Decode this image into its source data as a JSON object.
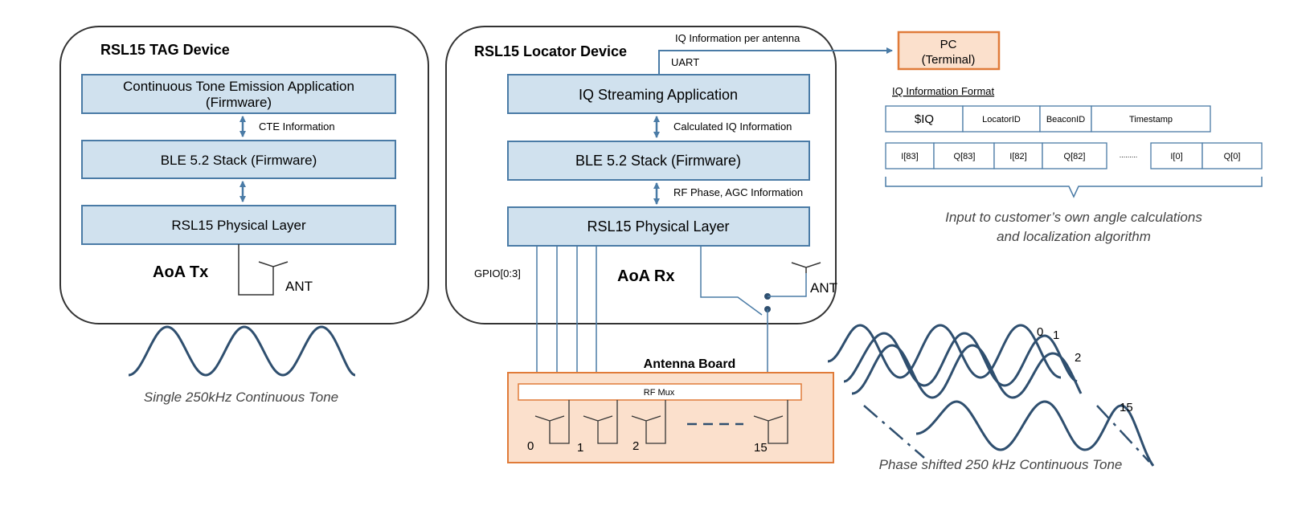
{
  "tag_device": {
    "title": "RSL15 TAG Device",
    "app_label_line1": "Continuous Tone Emission Application",
    "app_label_line2": "(Firmware)",
    "cte_info_label": "CTE Information",
    "stack_label": "BLE 5.2 Stack (Firmware)",
    "phy_label": "RSL15 Physical Layer",
    "mode_label": "AoA Tx",
    "antenna_label": "ANT",
    "wave_caption": "Single 250kHz Continuous Tone"
  },
  "locator_device": {
    "title": "RSL15 Locator Device",
    "iq_per_antenna_label": "IQ Information per antenna",
    "uart_label": "UART",
    "app_label": "IQ Streaming Application",
    "calc_iq_label": "Calculated IQ Information",
    "stack_label": "BLE 5.2 Stack (Firmware)",
    "rf_phase_label": "RF Phase, AGC Information",
    "phy_label": "RSL15 Physical Layer",
    "gpio_label": "GPIO[0:3]",
    "mode_label": "AoA Rx",
    "antenna_label": "ANT"
  },
  "pc": {
    "line1": "PC",
    "line2": "(Terminal)"
  },
  "iq_format": {
    "title": "IQ Information Format",
    "header_cells": [
      "$IQ",
      "LocatorID",
      "BeaconID",
      "Timestamp"
    ],
    "data_cells": [
      "I[83]",
      "Q[83]",
      "I[82]",
      "Q[82]",
      ".........",
      "I[0]",
      "Q[0]"
    ],
    "caption_line1": "Input to customer’s own angle calculations",
    "caption_line2": "and localization algorithm"
  },
  "antenna_board": {
    "title": "Antenna Board",
    "mux_label": "RF Mux",
    "antenna_numbers": [
      "0",
      "1",
      "2",
      "15"
    ]
  },
  "phase_waves": {
    "labels": [
      "0",
      "1",
      "2",
      "15"
    ],
    "caption": "Phase shifted 250 kHz Continuous Tone"
  },
  "colors": {
    "block_fill": "#d0e1ee",
    "block_stroke": "#4a7ba6",
    "pc_fill": "#fbe0cc",
    "pc_stroke": "#e07b39",
    "wave_stroke": "#2f4f6f"
  }
}
